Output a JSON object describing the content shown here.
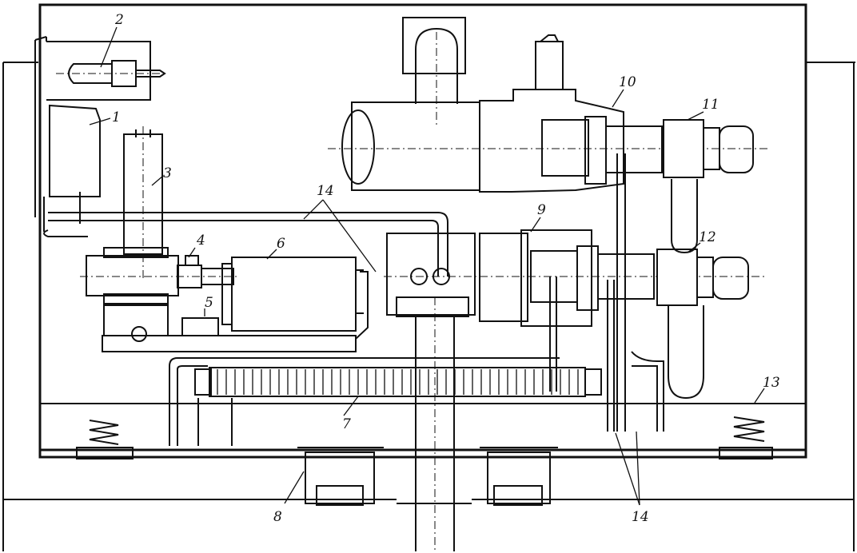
{
  "labels": [
    {
      "id": "1",
      "text": "1"
    },
    {
      "id": "2",
      "text": "2"
    },
    {
      "id": "3",
      "text": "3"
    },
    {
      "id": "4",
      "text": "4"
    },
    {
      "id": "5",
      "text": "5"
    },
    {
      "id": "6",
      "text": "6"
    },
    {
      "id": "7",
      "text": "7"
    },
    {
      "id": "8",
      "text": "8"
    },
    {
      "id": "9",
      "text": "9"
    },
    {
      "id": "10",
      "text": "10"
    },
    {
      "id": "11",
      "text": "11"
    },
    {
      "id": "12",
      "text": "12"
    },
    {
      "id": "13",
      "text": "13"
    },
    {
      "id": "14a",
      "text": "14"
    },
    {
      "id": "14b",
      "text": "14"
    }
  ]
}
